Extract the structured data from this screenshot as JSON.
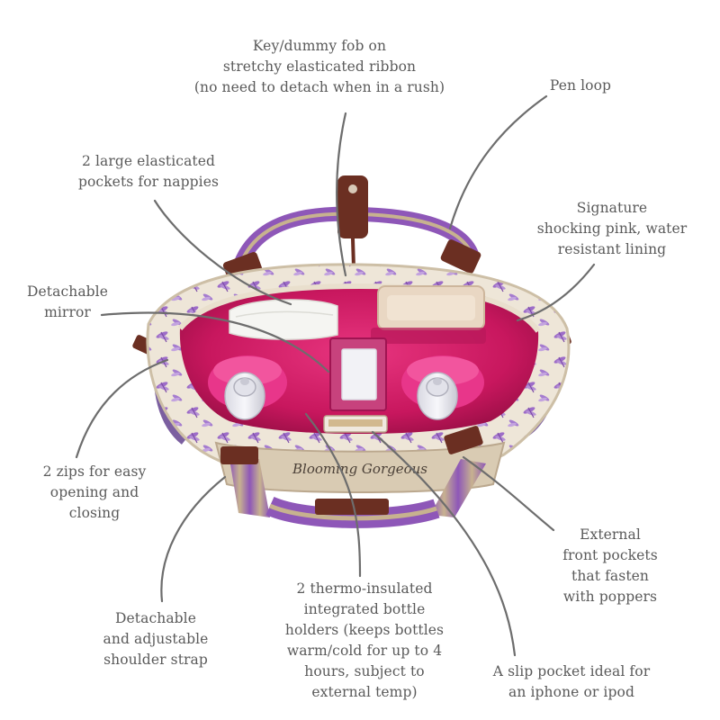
{
  "colors": {
    "lining": "#d81b6a",
    "lining_dark": "#a3124f",
    "purple_trim": "#8e57b8",
    "leather": "#6b2f22",
    "canvas": "#ece3d3",
    "leader_line": "#6d6d6d"
  },
  "brand_text": "Blooming Gorgeous",
  "callouts": {
    "key_fob": "Key/dummy fob on\nstretchy elasticated ribbon\n(no need to detach when in a rush)",
    "pen_loop": "Pen loop",
    "elastic_pockets": "2 large elasticated\npockets for nappies",
    "lining": "Signature\nshocking pink, water\nresistant lining",
    "mirror": "Detachable\nmirror",
    "zips": "2 zips for easy\nopening and\nclosing",
    "front_pockets": "External\nfront pockets\nthat fasten\nwith poppers",
    "strap": "Detachable\nand adjustable\nshoulder strap",
    "bottle_holders": "2 thermo-insulated\nintegrated bottle\nholders (keeps bottles\nwarm/cold for up to 4\nhours, subject to\nexternal temp)",
    "slip_pocket": "A slip pocket ideal for\nan iphone or ipod"
  }
}
